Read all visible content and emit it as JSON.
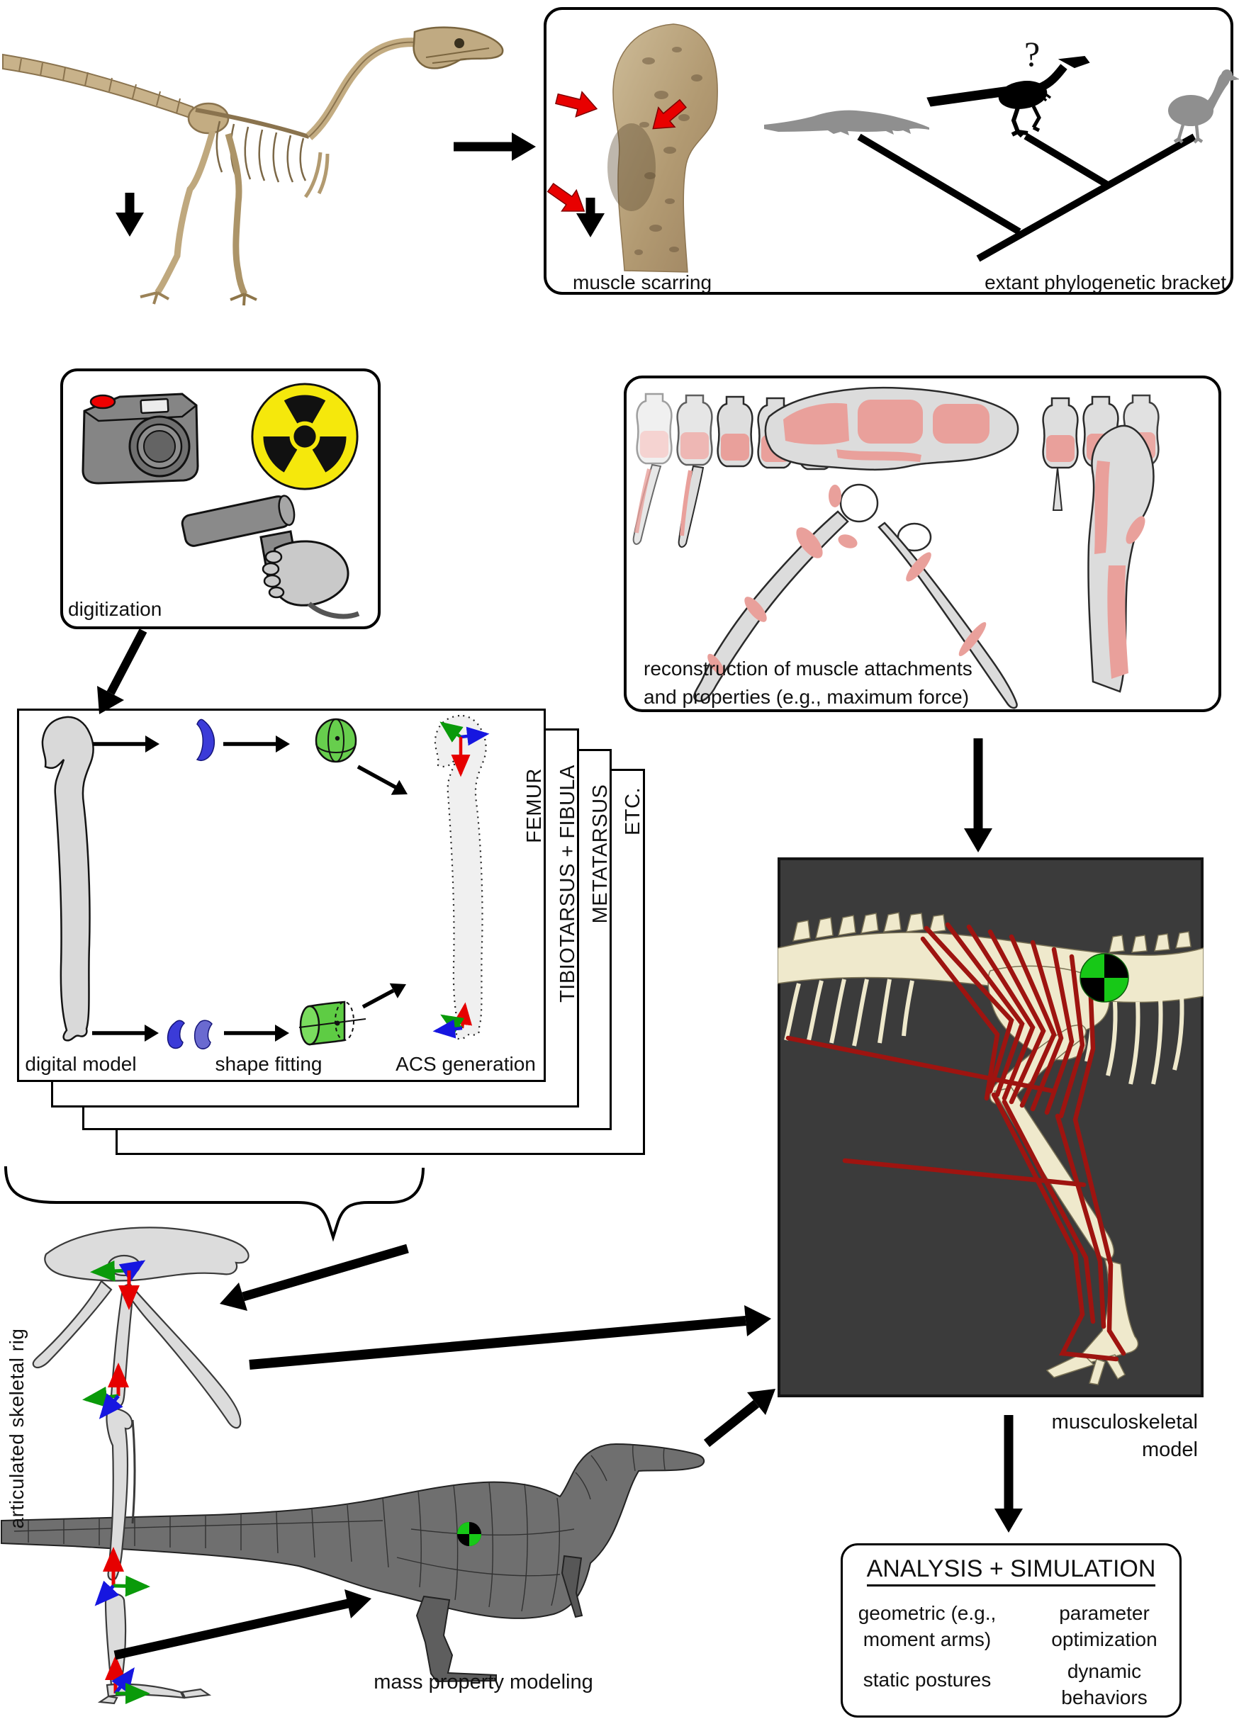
{
  "figure": {
    "epb": {
      "muscle_scarring": "muscle scarring",
      "bracket_label": "extant phylogenetic bracket",
      "question_mark": "?"
    },
    "digitization_label": "digitization",
    "reconstruction": {
      "line1": "reconstruction of muscle attachments",
      "line2": "and properties (e.g., maximum force)"
    },
    "pipeline": {
      "tabs": [
        "FEMUR",
        "TIBIOTARSUS + FIBULA",
        "METATARSUS",
        "ETC."
      ],
      "steps": {
        "digital_model": "digital model",
        "shape_fitting": "shape fitting",
        "acs_generation": "ACS generation"
      }
    },
    "rig_label": "articulated skeletal rig",
    "mass_label": "mass property modeling",
    "model_label": {
      "line1": "musculoskeletal",
      "line2": "model"
    },
    "analysis": {
      "title": "ANALYSIS + SIMULATION",
      "items": [
        "geometric (e.g.,\nmoment arms)",
        "parameter\noptimization",
        "static postures",
        "dynamic\nbehaviors"
      ]
    }
  },
  "colors": {
    "scar_arrow_red": "#e80000",
    "muscle_pink": "#e9a09b",
    "muscle_line_red": "#9e1410",
    "bone_gray": "#d9d9d9",
    "radiation_yellow": "#f5e80c",
    "fit_green": "#67ce4d",
    "fit_blue": "#3b3bd8",
    "axis_red": "#e60000",
    "axis_green": "#0a9a0a",
    "axis_blue": "#1616e0",
    "model_background": "#3b3b3b",
    "skeleton_cream": "#efe9cc",
    "mesh_gray": "#6f6f6f",
    "com_green": "#17c817",
    "silhouette_gray": "#8f8f8f"
  }
}
